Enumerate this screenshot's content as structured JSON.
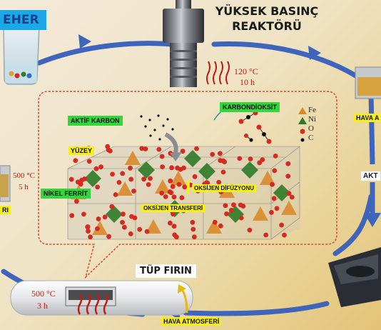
{
  "labels": {
    "beher": "EHER",
    "reactor_line1": "YÜKSEK BASINÇ",
    "reactor_line2": "REAKTÖRÜ",
    "reactor_temp": "120 °C",
    "reactor_time": "10 h",
    "hava_top": "HAVA A",
    "aktif_right": "AKT",
    "left_temp": "500 °C",
    "left_time": "5 h",
    "left_ri": "RI",
    "aktif_karbon": "AKTİF KARBON",
    "karbondioksit": "KARBONDİOKSİT",
    "yuzey": "YÜZEY",
    "nikel_ferrit": "NİKEL FERRİT",
    "oksijen_difuzyonu": "OKSİJEN DİFÜZYONU",
    "oksijen_transferi": "OKSİJEN TRANSFERİ",
    "tup_firin": "TÜP FIRIN",
    "furnace_temp": "500 °C",
    "furnace_time": "3 h",
    "hava_atmosferi": "HAVA ATMOSFERİ"
  },
  "legend": [
    {
      "symbol": "Fe",
      "color": "#d98a2b"
    },
    {
      "symbol": "Ni",
      "color": "#2f7a28"
    },
    {
      "symbol": "O",
      "color": "#d42a1f"
    },
    {
      "symbol": "C",
      "color": "#111111"
    }
  ],
  "colors": {
    "arrow": "#3e64bb",
    "dashed_border": "#d9503a",
    "oxygen": "#d42a1f",
    "iron": "#d98a2b",
    "nickel": "#2f7a28"
  }
}
